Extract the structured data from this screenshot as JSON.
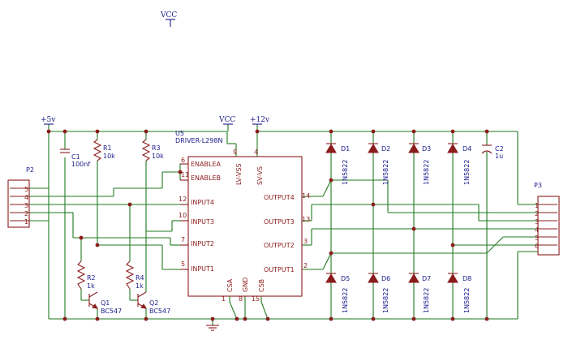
{
  "power": {
    "vcc_top": "VCC",
    "p5v": "+5v",
    "vcc": "VCC",
    "p12v": "+12v"
  },
  "u5": {
    "ref": "U5",
    "value": "DRIVER-L298N",
    "pins": {
      "enablea_num": "6",
      "enablea": "ENABLEA",
      "enableb_num": "11",
      "enableb": "ENABLEB",
      "input4_num": "12",
      "input4": "INPUT4",
      "input3_num": "10",
      "input3": "INPUT3",
      "input2_num": "7",
      "input2": "INPUT2",
      "input1_num": "5",
      "input1": "INPUT1",
      "lvss_num": "9",
      "lvss": "LV-VSS",
      "svvs_num": "4",
      "svvs": "SV-VS",
      "out4_num": "14",
      "out4": "OUTPUT4",
      "out3_num": "13",
      "out3": "OUTPUT3",
      "out2_num": "3",
      "out2": "OUTPUT2",
      "out1_num": "2",
      "out1": "OUTPUT1",
      "csa_num": "1",
      "csa": "CSA",
      "gnd_num": "8",
      "gnd": "GND",
      "csb_num": "15",
      "csb": "CSB"
    }
  },
  "c1": {
    "ref": "C1",
    "value": "100nf"
  },
  "c2": {
    "ref": "C2",
    "value": "1u"
  },
  "r1": {
    "ref": "R1",
    "value": "10k"
  },
  "r3": {
    "ref": "R3",
    "value": "10k"
  },
  "r2": {
    "ref": "R2",
    "value": "1k"
  },
  "r4": {
    "ref": "R4",
    "value": "1k"
  },
  "q1": {
    "ref": "Q1",
    "value": "BC547"
  },
  "q2": {
    "ref": "Q2",
    "value": "BC547"
  },
  "p2": {
    "ref": "P2",
    "pins": [
      "5",
      "4",
      "3",
      "2",
      "1"
    ]
  },
  "p3": {
    "ref": "P3",
    "pins": [
      "1",
      "2",
      "3",
      "4",
      "5",
      "6"
    ]
  },
  "diodes": {
    "top": [
      {
        "ref": "D1",
        "value": "1N5822"
      },
      {
        "ref": "D2",
        "value": "1N5822"
      },
      {
        "ref": "D3",
        "value": "1N5822"
      },
      {
        "ref": "D4",
        "value": "1N5822"
      }
    ],
    "bottom": [
      {
        "ref": "D5",
        "value": "1N5822"
      },
      {
        "ref": "D6",
        "value": "1N5822"
      },
      {
        "ref": "D7",
        "value": "1N5822"
      },
      {
        "ref": "D8",
        "value": "1N5822"
      }
    ]
  }
}
